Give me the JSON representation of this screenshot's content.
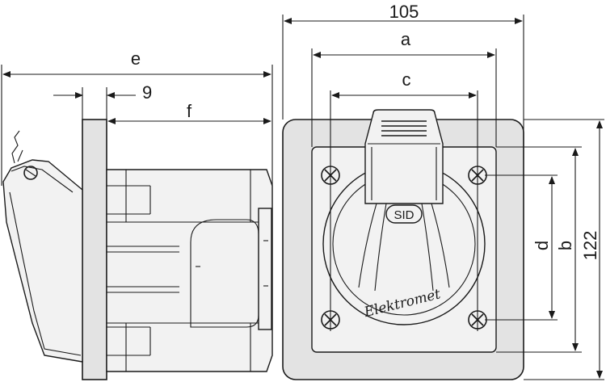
{
  "dimensions": {
    "e": "e",
    "nine": "9",
    "f": "f",
    "width_105": "105",
    "a": "a",
    "c": "c",
    "d": "d",
    "b": "b",
    "height_122": "122"
  },
  "front_view": {
    "brand_label": "SID",
    "maker_script": "Elektromet"
  }
}
